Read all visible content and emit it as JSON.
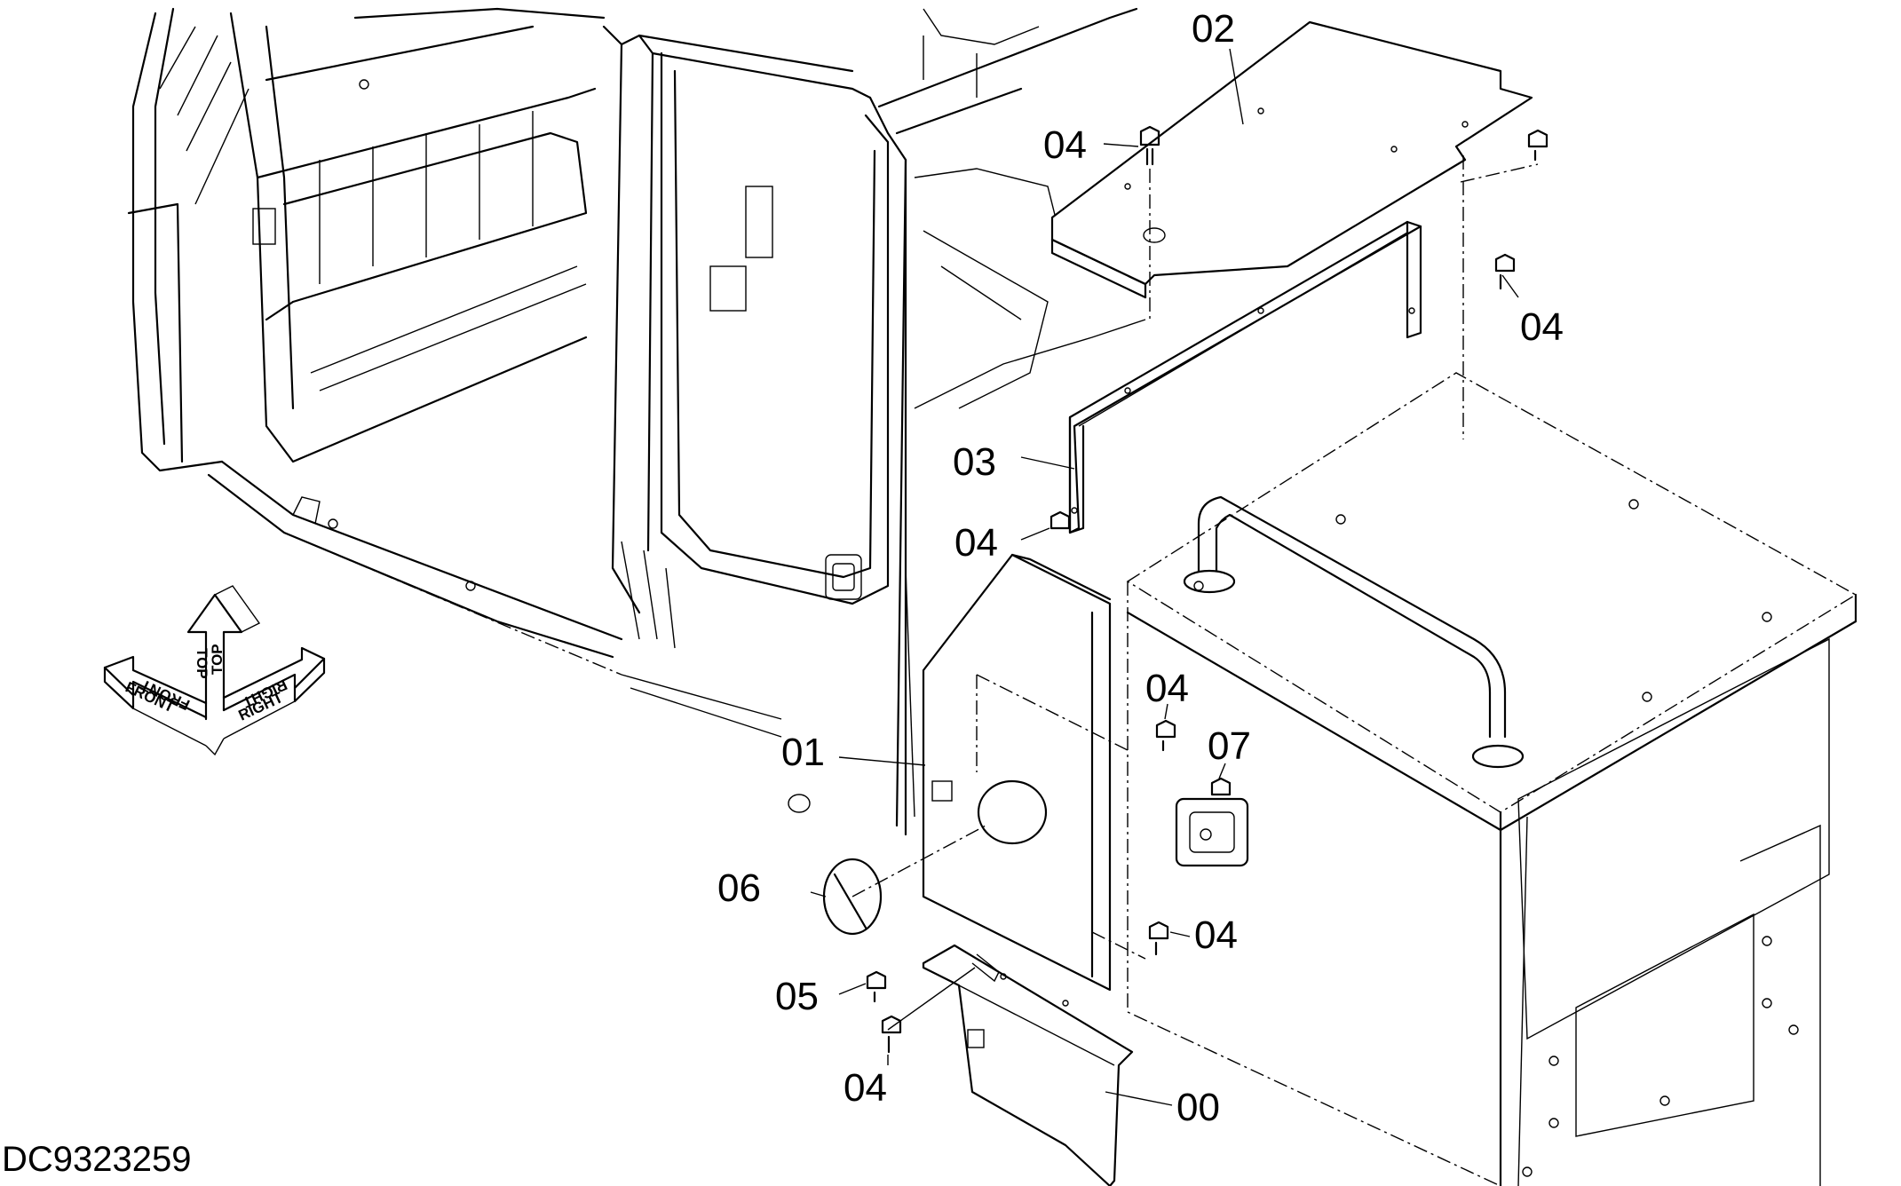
{
  "drawing_id": "DC9323259",
  "orientation_arrow": {
    "top": "TOP",
    "front": "FRONT",
    "right": "RIGHT"
  },
  "callouts": [
    {
      "id": "part-02",
      "text": "02"
    },
    {
      "id": "part-04-a",
      "text": "04"
    },
    {
      "id": "part-04-b",
      "text": "04"
    },
    {
      "id": "part-03",
      "text": "03"
    },
    {
      "id": "part-04-c",
      "text": "04"
    },
    {
      "id": "part-04-d",
      "text": "04"
    },
    {
      "id": "part-07",
      "text": "07"
    },
    {
      "id": "part-01",
      "text": "01"
    },
    {
      "id": "part-06",
      "text": "06"
    },
    {
      "id": "part-04-e",
      "text": "04"
    },
    {
      "id": "part-05",
      "text": "05"
    },
    {
      "id": "part-04-f",
      "text": "04"
    },
    {
      "id": "part-00",
      "text": "00"
    }
  ]
}
